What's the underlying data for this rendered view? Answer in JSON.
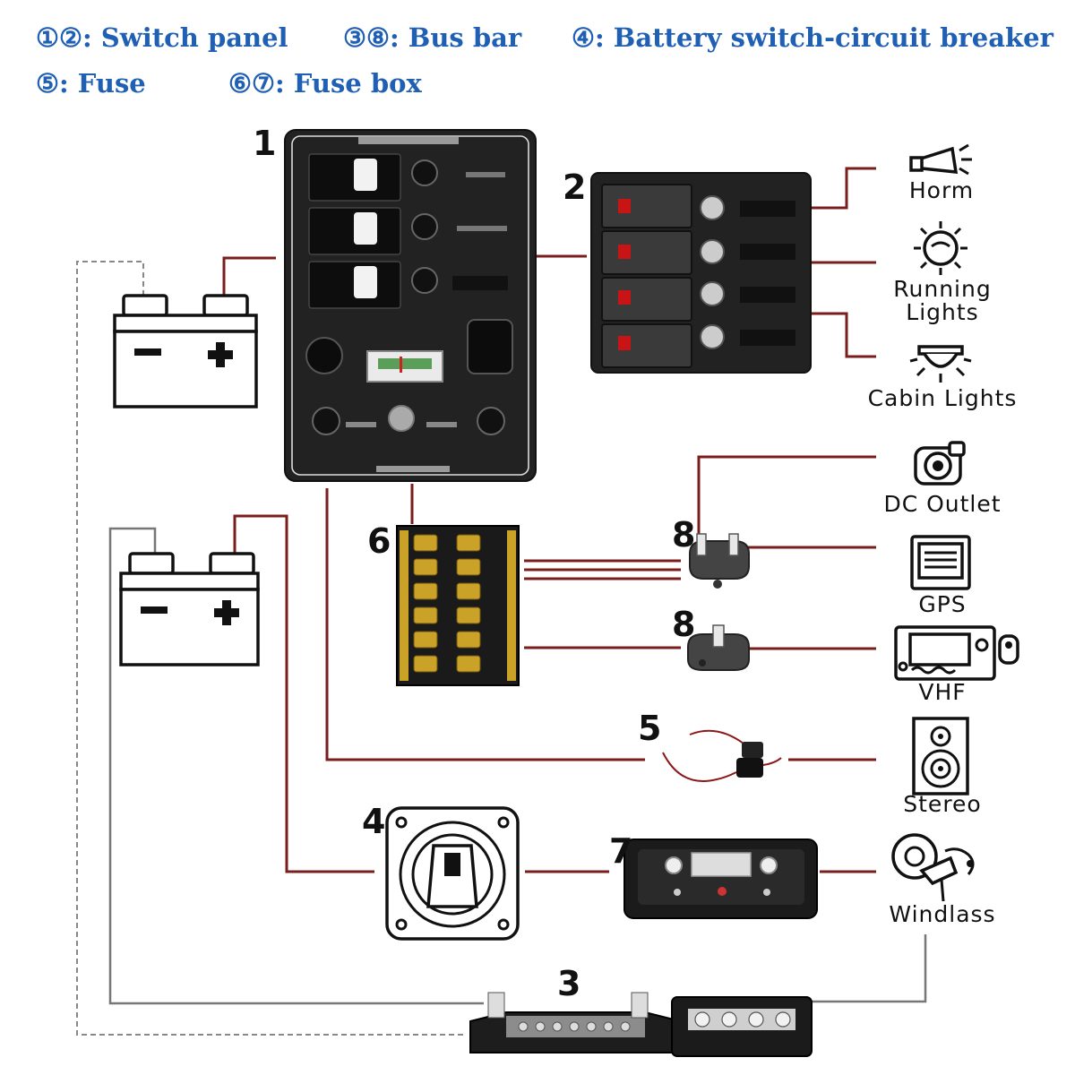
{
  "legend": [
    {
      "key": "①②",
      "text": ": Switch panel"
    },
    {
      "key": "③⑧",
      "text": ": Bus bar"
    },
    {
      "key": "④",
      "text": ": Battery switch-circuit breaker"
    },
    {
      "key": "⑤",
      "text": ": Fuse"
    },
    {
      "key": "⑥⑦",
      "text": ": Fuse box"
    }
  ],
  "component_numbers": [
    "1",
    "2",
    "3",
    "4",
    "5",
    "6",
    "7",
    "8",
    "8"
  ],
  "devices": {
    "horn": "Horm",
    "running_lights": [
      "Running",
      "Lights"
    ],
    "cabin_lights": "Cabin Lights",
    "dc_outlet": "DC Outlet",
    "gps": "GPS",
    "vhf": "VHF",
    "stereo": "Stereo",
    "windlass": "Windlass"
  },
  "colors": {
    "legend_blue": "#1f5fb4",
    "wire_red": "#7a1d1d",
    "panel_dark": "#222222",
    "rocker_red": "#c81414",
    "brass": "#c9a227"
  },
  "icons": [
    "battery-icon",
    "horn-icon",
    "running-lights-icon",
    "cabin-lights-icon",
    "dc-outlet-icon",
    "gps-icon",
    "vhf-radio-icon",
    "stereo-speaker-icon",
    "windlass-icon"
  ]
}
